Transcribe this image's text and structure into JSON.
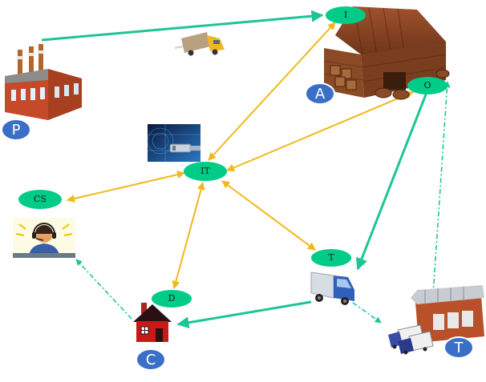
{
  "diagram": {
    "nodes": {
      "I": "I",
      "O": "O",
      "IT": "IT",
      "CS": "CS",
      "T": "T",
      "D": "D"
    },
    "badges": {
      "P": "P",
      "A": "A",
      "C": "C",
      "T": "T"
    },
    "icons": {
      "factory": "factory-icon",
      "warehouse": "warehouse-icon",
      "truck_small": "small-truck-icon",
      "it_network": "network-cable-icon",
      "call_center": "call-center-agent-icon",
      "delivery_truck": "delivery-truck-icon",
      "house": "house-icon",
      "terminal": "truck-terminal-icon"
    },
    "colors": {
      "node_fill": "#00cc88",
      "badge_fill": "#3a6fc6",
      "material_flow": "#1cc595",
      "information_flow": "#f0b81a",
      "return_flow": "#1cc595"
    }
  }
}
